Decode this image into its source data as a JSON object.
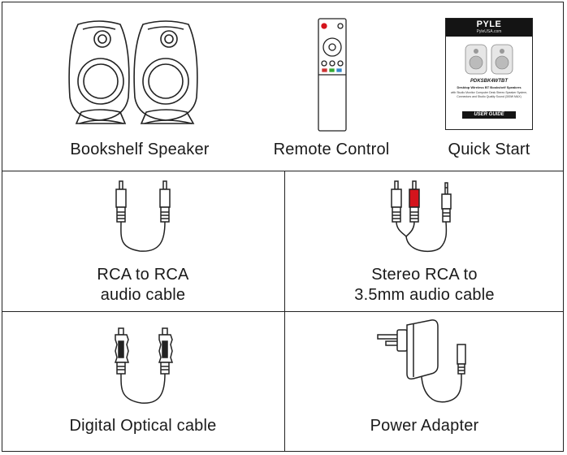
{
  "items": {
    "speaker": {
      "label": "Bookshelf Speaker"
    },
    "remote": {
      "label": "Remote Control"
    },
    "quick_start": {
      "label": "Quick Start",
      "brand": "PYLE",
      "website": "PyleUSA.com",
      "model": "PDKSBK4WTBT",
      "product_line": "Desktop Wireless BT Bookshelf Speakers",
      "caption": "with Studio Monitor Computer Desk Stereo Speaker System, Connectors and Studio Quality Sound (300W MAX)",
      "guide": "USER GUIDE"
    },
    "rca_cable": {
      "label_line1": "RCA to RCA",
      "label_line2": "audio cable"
    },
    "stereo_cable": {
      "label_line1": "Stereo RCA to",
      "label_line2": "3.5mm audio cable"
    },
    "optical_cable": {
      "label": "Digital Optical cable"
    },
    "power_adapter": {
      "label": "Power Adapter"
    }
  },
  "colors": {
    "border": "#222222",
    "red_plug": "#d4141c",
    "booklet_header": "#141414"
  }
}
